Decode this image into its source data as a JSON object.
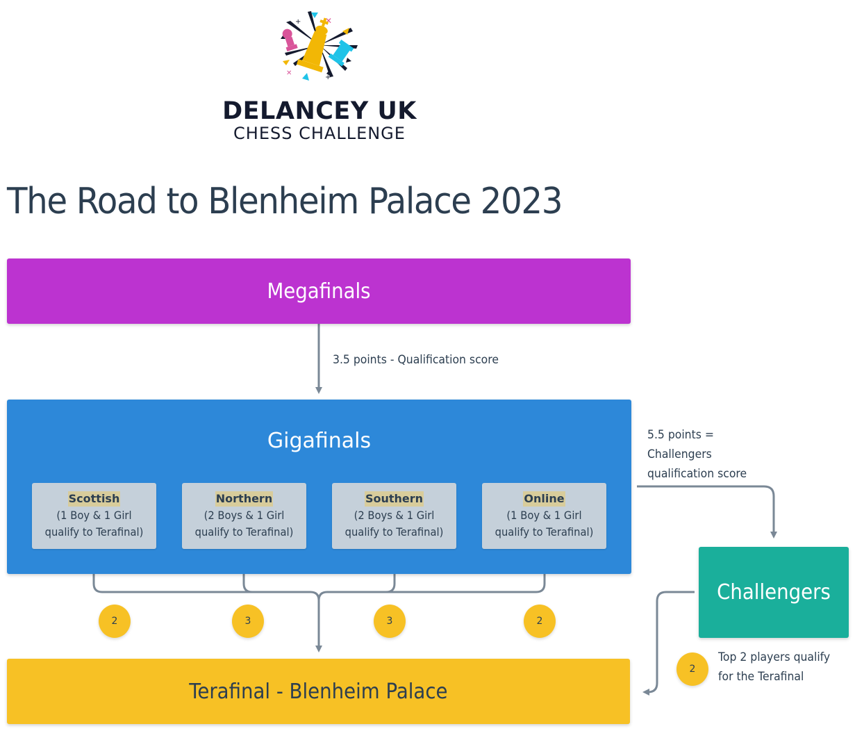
{
  "logo": {
    "line1": "DELANCEY UK",
    "line2": "CHESS CHALLENGE",
    "icon": "chess-burst-logo-icon",
    "colors": {
      "king": "#f2b705",
      "pawn": "#d9559a",
      "rook": "#1fc3e8",
      "rays": "#141a2e"
    }
  },
  "title": "The Road to Blenheim Palace 2023",
  "stages": {
    "megafinals": {
      "label": "Megafinals",
      "color": "#bc33d0"
    },
    "gigafinals": {
      "label": "Gigafinals",
      "color": "#2d88d9",
      "regions": [
        {
          "name": "Scottish",
          "line1": "(1 Boy & 1 Girl",
          "line2": "qualify to Terafinal)",
          "qualifiers": "2"
        },
        {
          "name": "Northern",
          "line1": "(2 Boys & 1 Girl",
          "line2": "qualify to Terafinal)",
          "qualifiers": "3"
        },
        {
          "name": "Southern",
          "line1": "(2 Boys & 1 Girl",
          "line2": "qualify to Terafinal)",
          "qualifiers": "3"
        },
        {
          "name": "Online",
          "line1": "(1 Boy & 1 Girl",
          "line2": "qualify to Terafinal)",
          "qualifiers": "2"
        }
      ]
    },
    "challengers": {
      "label": "Challengers",
      "color": "#1aaf9b",
      "qualifiers": "2"
    },
    "terafinal": {
      "label": "Terafinal - Blenheim Palace",
      "color": "#f7c125"
    }
  },
  "notes": {
    "mega_to_giga": "3.5 points - Qualification score",
    "giga_to_challengers": [
      "5.5 points =",
      "Challengers",
      "qualification score"
    ],
    "challengers_to_tera": [
      "Top 2 players qualify",
      "for the Terafinal"
    ]
  },
  "connector_color": "#7a8896"
}
